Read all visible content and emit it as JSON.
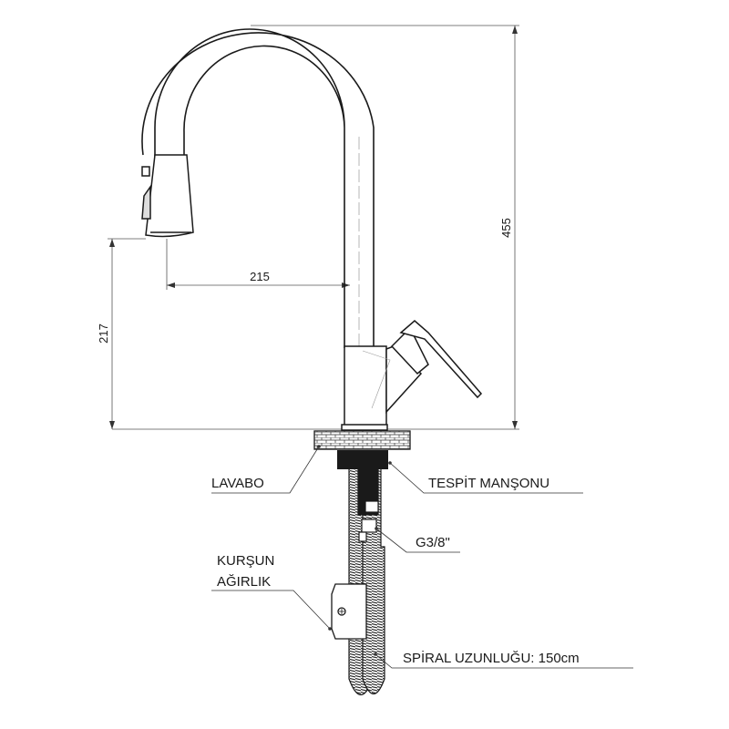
{
  "dimensions": {
    "height_total": "455",
    "reach": "215",
    "spout_height": "217"
  },
  "labels": {
    "sink": "LAVABO",
    "mounting_sleeve": "TESPİT MANŞONU",
    "connection": "G3/8\"",
    "lead_weight_line1": "KURŞUN",
    "lead_weight_line2": "AĞIRLIK",
    "hose_length": "SPİRAL UZUNLUĞU: 150cm"
  },
  "colors": {
    "line": "#1a1a1a",
    "dim_line": "#555555"
  }
}
